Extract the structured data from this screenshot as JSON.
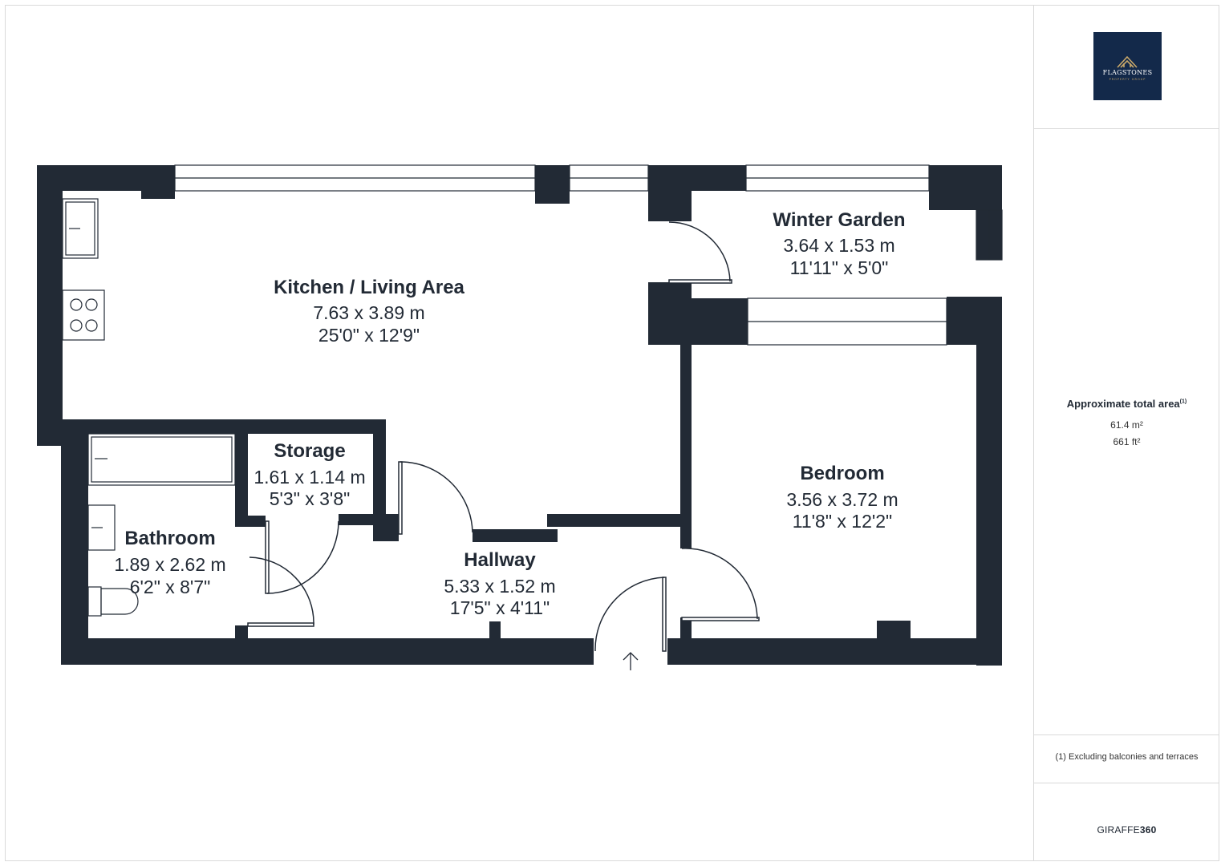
{
  "rooms": {
    "kitchen": {
      "name": "Kitchen / Living Area",
      "metric": "7.63 x 3.89 m",
      "imperial": "25'0\" x 12'9\""
    },
    "winter_garden": {
      "name": "Winter Garden",
      "metric": "3.64 x 1.53 m",
      "imperial": "11'11\" x 5'0\""
    },
    "storage": {
      "name": "Storage",
      "metric": "1.61 x 1.14 m",
      "imperial": "5'3\" x 3'8\""
    },
    "bathroom": {
      "name": "Bathroom",
      "metric": "1.89 x 2.62 m",
      "imperial": "6'2\" x 8'7\""
    },
    "hallway": {
      "name": "Hallway",
      "metric": "5.33 x 1.52 m",
      "imperial": "17'5\" x 4'11\""
    },
    "bedroom": {
      "name": "Bedroom",
      "metric": "3.56 x 3.72 m",
      "imperial": "11'8\" x 12'2\""
    }
  },
  "sidebar": {
    "logo_name": "FLAGSTONES",
    "logo_sub": "PROPERTY GROUP",
    "area_label": "Approximate total area",
    "area_note_ref": "(1)",
    "area_metric": "61.4 m²",
    "area_imperial": "661 ft²",
    "footnote": "(1) Excluding balconies and terraces",
    "brand_light": "GIRAFFE",
    "brand_bold": "360"
  },
  "colors": {
    "wall": "#222a35",
    "logo_bg": "#13294a",
    "logo_gold": "#c9a86a",
    "border": "#d9d9d9"
  },
  "icons": [
    "logo-house-icon",
    "entrance-arrow-icon",
    "hob-icon",
    "sink-icon",
    "bathtub-icon",
    "toilet-icon"
  ]
}
